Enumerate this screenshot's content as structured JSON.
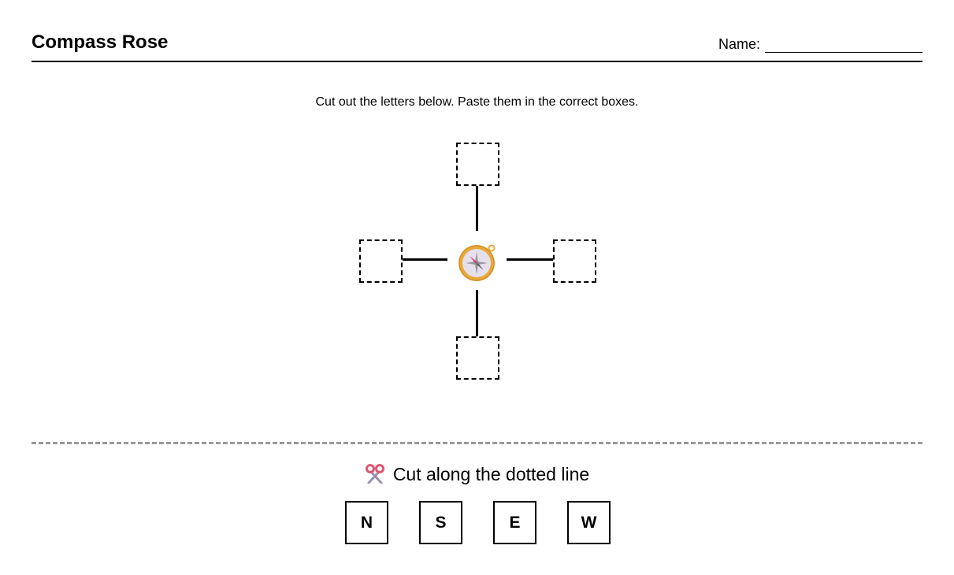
{
  "header": {
    "title": "Compass Rose",
    "name_label": "Name:"
  },
  "instruction": "Cut out the letters below. Paste them in the correct boxes.",
  "compass": {
    "icon": "compass-icon",
    "answer_boxes": [
      {
        "position": "top",
        "value": ""
      },
      {
        "position": "left",
        "value": ""
      },
      {
        "position": "right",
        "value": ""
      },
      {
        "position": "bottom",
        "value": ""
      }
    ]
  },
  "cutout": {
    "icon": "scissors-icon",
    "caption": "Cut along the dotted line",
    "letters": [
      "N",
      "S",
      "E",
      "W"
    ]
  },
  "colors": {
    "text": "#000000",
    "cut_line": "#999999",
    "compass_gold": "#e8a838",
    "compass_face": "#e6e0ec",
    "compass_needle": "#e0306a"
  }
}
